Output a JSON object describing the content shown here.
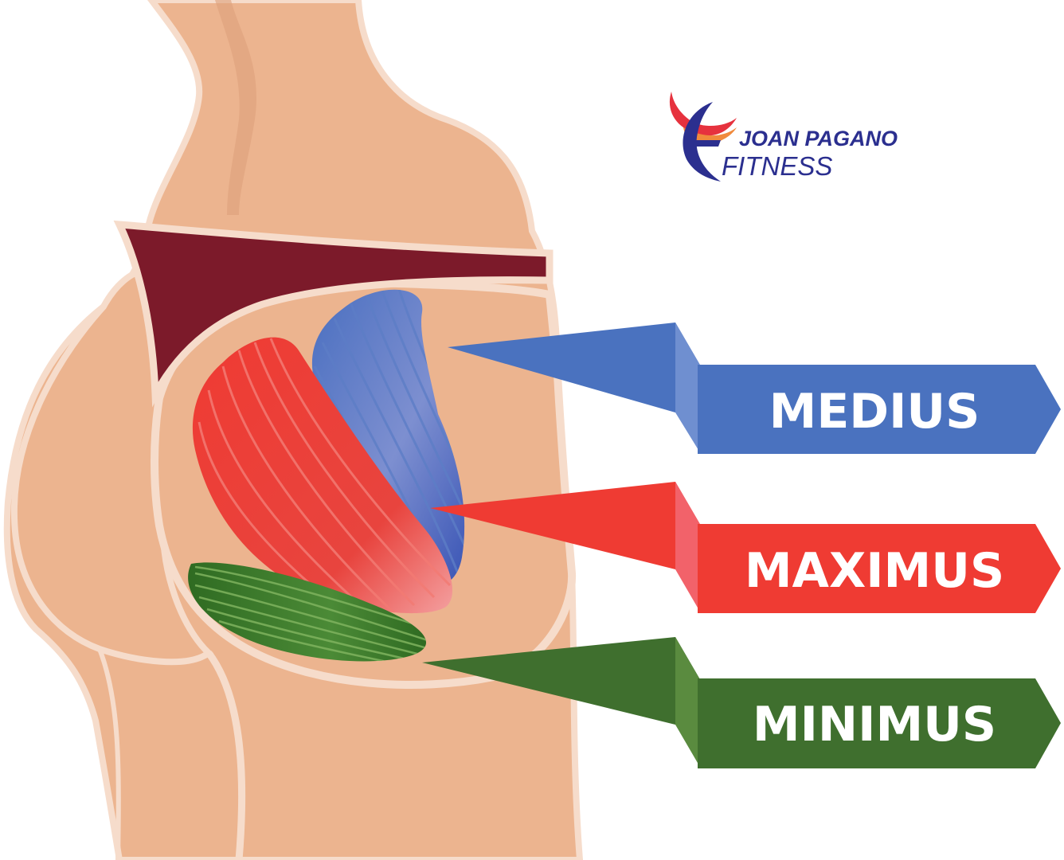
{
  "logo": {
    "line1": "JOAN PAGANO",
    "line2": "FITNESS",
    "colors": {
      "text": "#2b2f8f",
      "swoosh_red": "#e6323e",
      "swoosh_orange": "#f08a3c",
      "swoosh_blue": "#2b2f8f"
    }
  },
  "labels": [
    {
      "id": "medius",
      "text": "MEDIUS",
      "color": "#4a72bf",
      "color_dark": "#3b5fa6"
    },
    {
      "id": "maximus",
      "text": "MAXIMUS",
      "color": "#ef3b33",
      "color_dark": "#d52f2a"
    },
    {
      "id": "minimus",
      "text": "MINIMUS",
      "color": "#3f6f2e",
      "color_dark": "#345e26"
    }
  ],
  "colors": {
    "skin": "#ecb48f",
    "skin_outline": "#f6dccb",
    "skin_shadow": "#dda07c",
    "garment": "#7c1a2a",
    "muscle_medius": "#4a6fc0",
    "muscle_maximus": "#ef3b33",
    "muscle_minimus": "#3c7a2a"
  }
}
